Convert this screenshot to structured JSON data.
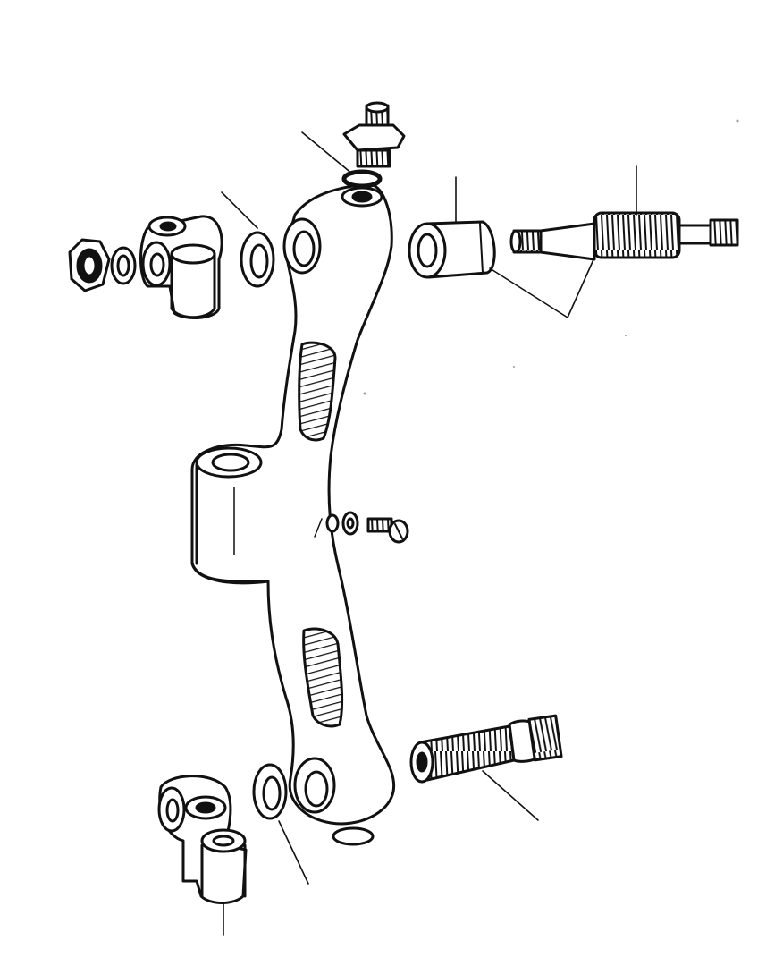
{
  "diagram": {
    "type": "exploded-parts-illustration",
    "style": "black line drawing on white",
    "colors": {
      "ink": "#111111",
      "paper": "#ffffff",
      "shade": "#9a9a9a"
    },
    "labels": [],
    "leader_line_count": 8,
    "parts": [
      "lock-nut",
      "plain-washer",
      "upper-outer-bracket",
      "upper-seal",
      "grease-nipple",
      "nipple-washer",
      "swivel-arm",
      "upper-bush",
      "upper-threaded-pin",
      "pinch-screw",
      "pinch-washer",
      "lower-seal",
      "lower-outer-bracket",
      "lower-threaded-pin",
      "welch-plug"
    ]
  }
}
